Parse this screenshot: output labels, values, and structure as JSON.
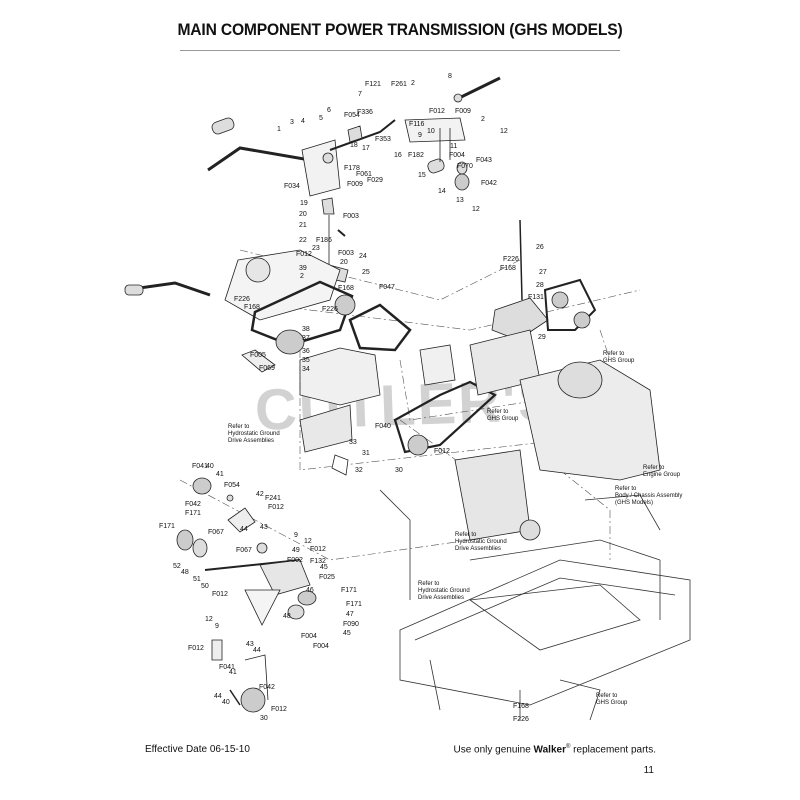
{
  "page": {
    "title": "MAIN COMPONENT POWER TRANSMISSION (GHS MODELS)",
    "effective_date": "Effective Date 06-15-10",
    "replacement_prefix": "Use only genuine",
    "brand": "Walker",
    "brand_mark": "®",
    "replacement_suffix": "replacement parts.",
    "page_number": "11",
    "watermark": "CUTLER'S"
  },
  "references": {
    "ghs_group_1": [
      "Refer to",
      "GHS Group"
    ],
    "hydro_1": [
      "Refer to",
      "Hydrostatic Ground",
      "Drive Assemblies"
    ],
    "ghs_group_2": [
      "Refer to",
      "GHS Group"
    ],
    "engine_group": [
      "Refer to",
      "Engine Group"
    ],
    "body_chassis": [
      "Refer to",
      "Body / Chassis Assembly",
      "(GHS Models)"
    ],
    "hydro_2": [
      "Refer to",
      "Hydrostatic Ground",
      "Drive Assemblies"
    ],
    "hydro_3": [
      "Refer to",
      "Hydrostatic Ground",
      "Drive Assemblies"
    ],
    "ghs_group_3": [
      "Refer to",
      "GHS Group"
    ]
  },
  "callouts": [
    "1",
    "2",
    "3",
    "4",
    "5",
    "6",
    "7",
    "8",
    "9",
    "10",
    "11",
    "12",
    "13",
    "14",
    "15",
    "16",
    "17",
    "18",
    "19",
    "20",
    "21",
    "22",
    "23",
    "24",
    "25",
    "26",
    "27",
    "28",
    "29",
    "30",
    "31",
    "32",
    "33",
    "34",
    "35",
    "36",
    "37",
    "38",
    "39",
    "40",
    "41",
    "42",
    "43",
    "44",
    "45",
    "46",
    "47",
    "48",
    "49",
    "50",
    "51",
    "52",
    "F003",
    "F004",
    "F005",
    "F009",
    "F012",
    "F025",
    "F029",
    "F034",
    "F040",
    "F041",
    "F042",
    "F043",
    "F047",
    "F054",
    "F061",
    "F067",
    "F069",
    "F070",
    "F090",
    "F116",
    "F121",
    "F131",
    "F132",
    "F168",
    "F171",
    "F178",
    "F182",
    "F186",
    "F226",
    "F241",
    "F261",
    "F336",
    "F353"
  ]
}
